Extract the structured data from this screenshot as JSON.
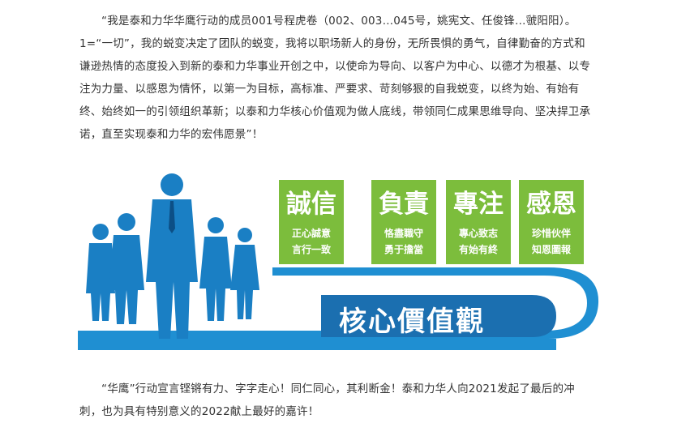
{
  "paragraph1": {
    "line1": "“我是泰和力华华鹰行动的成员001号程虎卷（002、003…045号，姚宪文、任俊锋…虢阳阳）。",
    "line2": "1=“一切”，我的蜕变决定了团队的蜕变，我将以职场新人的身份，无所畏惧的勇气，自律勤奋的方式和",
    "line3": "谦逊热情的态度投入到新的泰和力华事业开创之中，以使命为导向、以客户为中心、以德才为根基、以专",
    "line4": "注为力量、以感恩为情怀，以第一为目标，高标准、严要求、苛刻够狠的自我蜕变，以终为始、有始有",
    "line5": "终、始终如一的引领组织革新；以泰和力华核心价值观为做人底线，带领同仁成果思维导向、坚决捍卫承",
    "line6": "诺，直至实现泰和力华的宏伟愿景”！"
  },
  "banner": {
    "cards": [
      {
        "title": "誠信",
        "line1": "正心誠意",
        "line2": "言行一致"
      },
      {
        "title": "負責",
        "line1": "恪盡職守",
        "line2": "勇于擔當"
      },
      {
        "title": "專注",
        "line1": "專心致志",
        "line2": "有始有終"
      },
      {
        "title": "感恩",
        "line1": "珍惜伙伴",
        "line2": "知恩圖報"
      }
    ],
    "core_title": "核心價值觀",
    "colors": {
      "green": "#7cbd3c",
      "blue": "#1f8fd2",
      "dark_blue": "#1b6fb0"
    }
  },
  "paragraph2": {
    "line1": "“华鹰”行动宣言铿锵有力、字字走心！同仁同心，其利断金！泰和力华人向2021发起了最后的冲",
    "line2": "刺，也为具有特别意义的2022献上最好的嘉许！"
  }
}
